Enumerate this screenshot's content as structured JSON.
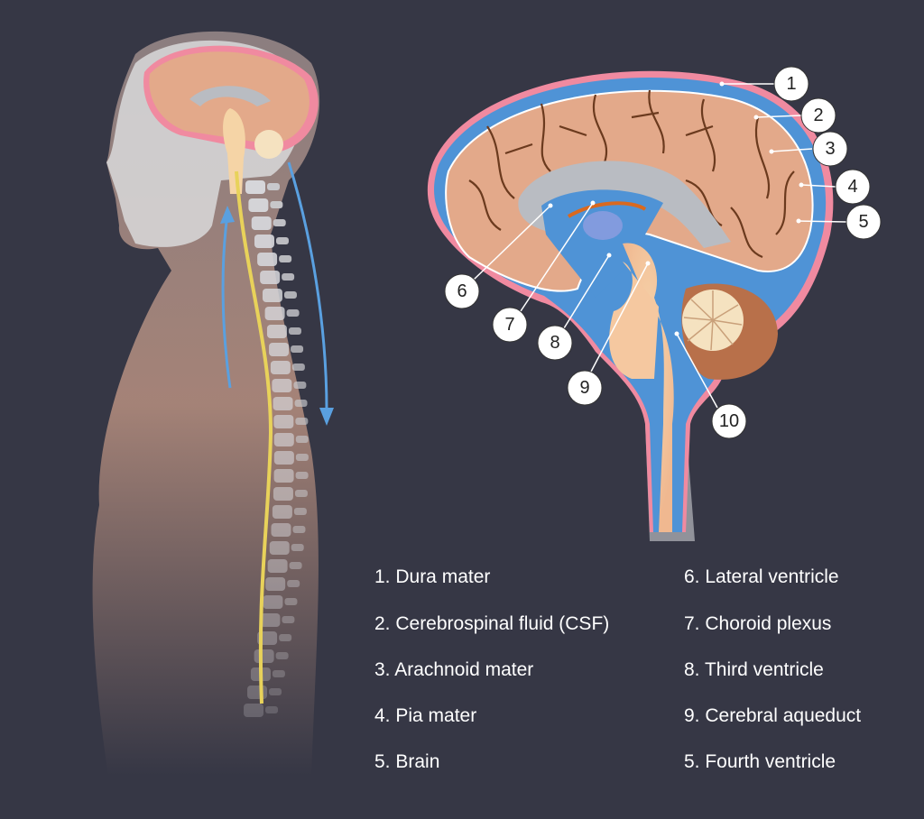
{
  "callouts": [
    "1",
    "2",
    "3",
    "4",
    "5",
    "6",
    "7",
    "8",
    "9",
    "10"
  ],
  "legend": {
    "left": [
      "1. Dura mater",
      "2. Cerebrospinal fluid (CSF)",
      "3. Arachnoid mater",
      "4. Pia mater",
      "5. Brain"
    ],
    "right": [
      "6. Lateral ventricle",
      "7. Choroid plexus",
      "8. Third ventricle",
      "9. Cerebral aqueduct",
      "5. Fourth ventricle"
    ]
  },
  "colors": {
    "background": "#363745",
    "dura": "#f08aa0",
    "csf": "#4f93d6",
    "brain": "#e3a98a",
    "sulci": "#6b3a1e",
    "ventricle_gray": "#b9bcc2",
    "choroid": "#d9691f",
    "brainstem": "#f5d4a6",
    "arrow": "#5aa0e0"
  }
}
